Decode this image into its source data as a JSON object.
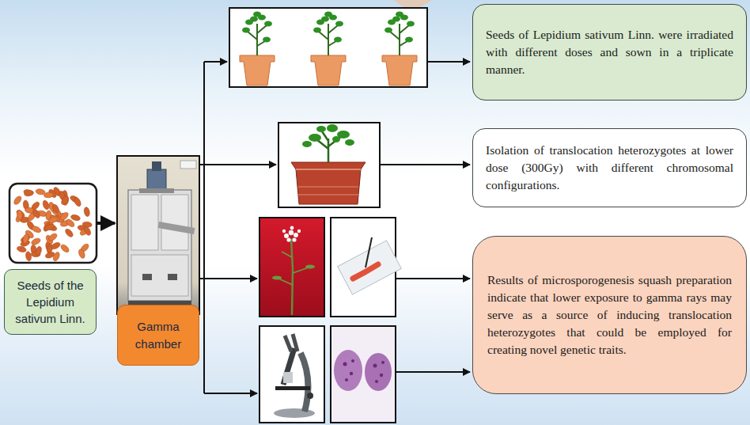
{
  "diagram": {
    "nodes": [
      {
        "text": [
          "Seeds of the Lepidium sativum Linn."
        ]
      },
      {
        "text": [
          "Gamma chamber"
        ]
      },
      {
        "text": [
          "Seeds of Lepidium sativum Linn. were irradiated with different doses and sown in a triplicate manner."
        ]
      },
      {
        "text": [
          "Isolation of translocation heterozygotes at lower dose (300Gy) with different chromosomal configurations."
        ]
      },
      {
        "text": [
          "Results of microsporogenesis squash preparation indicate that lower exposure to gamma rays may serve as a source of inducing translocation heterozygotes that could be employed for creating novel genetic traits."
        ]
      }
    ]
  }
}
